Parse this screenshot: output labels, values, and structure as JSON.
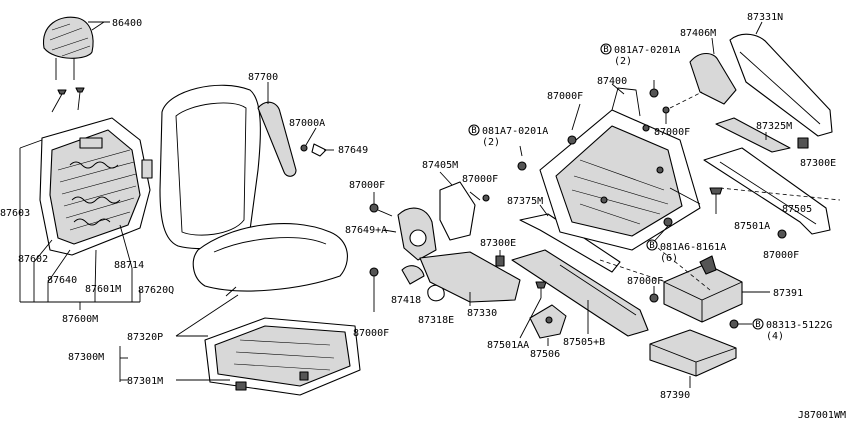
{
  "diagram_id": "J87001WM",
  "labels": {
    "p86400": "86400",
    "p87700": "87700",
    "p87000A": "87000A",
    "p87649": "87649",
    "p87603": "87603",
    "p87602": "87602",
    "p87640": "87640",
    "p87601M": "87601M",
    "p88714": "88714",
    "p87620Q": "87620Q",
    "p87600M": "87600M",
    "p87320P": "87320P",
    "p87300M": "87300M",
    "p87301M": "87301M",
    "p87000F_a": "87000F",
    "p87649A": "87649+A",
    "p87000F_b": "87000F",
    "p87418": "87418",
    "p87318E": "87318E",
    "p87405M": "87405M",
    "p87000F_c": "87000F",
    "p87300E_a": "87300E",
    "p87330": "87330",
    "p87375M": "87375M",
    "p87501AA": "87501AA",
    "p87506": "87506",
    "p87505B": "87505+B",
    "p081A7_a": "081A7-0201A",
    "p081A7_a_qty": "(2)",
    "p87000F_d": "87000F",
    "p87400": "87400",
    "p081A7_b": "081A7-0201A",
    "p081A7_b_qty": "(2)",
    "p87406M": "87406M",
    "p87331N": "87331N",
    "p87000F_e": "87000F",
    "p87325M": "87325M",
    "p87300E_b": "87300E",
    "p87501A": "87501A",
    "p87505": "87505",
    "p87000F_f": "87000F",
    "p081A6": "081A6-8161A",
    "p081A6_qty": "(6)",
    "p87000F_g": "87000F",
    "p87391": "87391",
    "p08313": "08313-5122G",
    "p08313_qty": "(4)",
    "p87390": "87390",
    "bolt_marker": "B"
  }
}
